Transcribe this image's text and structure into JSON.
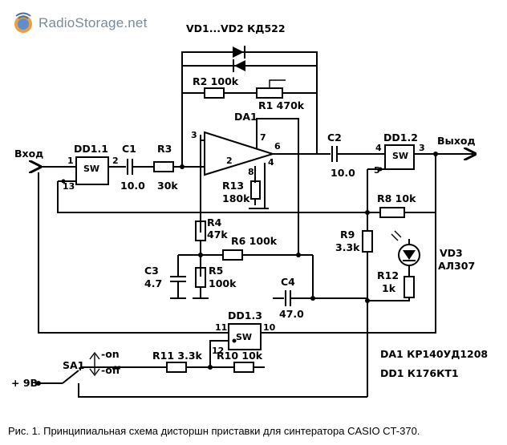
{
  "logo": {
    "text": "RadioStorage.net"
  },
  "labels": {
    "vd_diodes": "VD1...VD2  КД522",
    "r2": "R2 100k",
    "r1": "R1  470k",
    "da1": "DA1",
    "pin3": "3",
    "pin2": "2",
    "pin7": "7",
    "pin6": "6",
    "pin8": "8",
    "pin4": "4",
    "c2": "C2",
    "c2_val": "10.0",
    "dd12": "DD1.2",
    "dd12_pin4": "4",
    "dd12_pin3": "3",
    "dd12_pin5": "5",
    "output": "Выход",
    "input": "Вход",
    "dd11": "DD1.1",
    "dd11_pin1": "1",
    "dd11_pin2": "2",
    "dd11_pin13": "13",
    "c1": "C1",
    "c1_val": "10.0",
    "r3": "R3",
    "r3_val": "30k",
    "sw": "SW",
    "r13": "R13",
    "r13_val": "180k",
    "r8": "R8 10k",
    "r4": "R4",
    "r4_val": "47k",
    "r6": "R6 100k",
    "r9": "R9",
    "r9_val": "3.3k",
    "vd3": "VD3",
    "vd3_val": "АЛ307",
    "c3": "C3",
    "c3_val": "4.7",
    "r5": "R5",
    "r5_val": "100k",
    "c4": "C4",
    "c4_val": "47.0",
    "r12": "R12",
    "r12_val": "1k",
    "dd13": "DD1.3",
    "dd13_pin11": "11",
    "dd13_pin10": "10",
    "dd13_pin12": "12",
    "sa1": "SA1",
    "sa1_on": "-on",
    "sa1_off": "-off",
    "r11": "R11  3.3k",
    "r10": "R10  10k",
    "supply": "+ 9В",
    "parts_da1": "DA1  КР140УД1208",
    "parts_dd1": "DD1  К176КТ1"
  },
  "caption": "Рис. 1. Принципиальная схема дисторшн приставки для синтератора CASIO CT-370."
}
